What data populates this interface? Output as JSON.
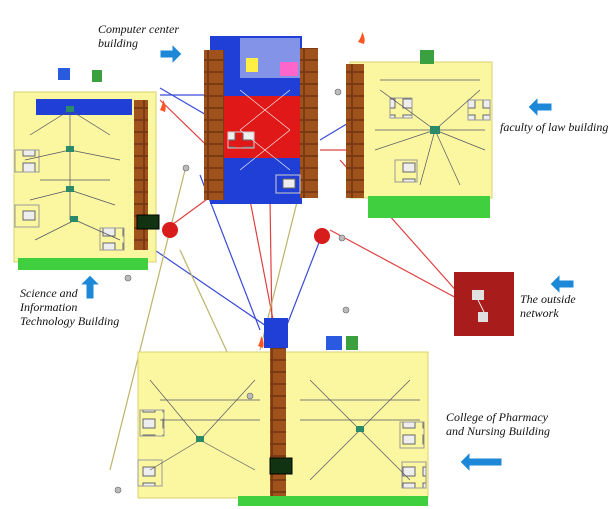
{
  "labels": {
    "computer_center": "Computer center building",
    "law": "faculty of law building",
    "science_it": "Science and Information Technology Building",
    "outside": "The outside network",
    "pharmacy": "College of Pharmacy and Nursing Building"
  },
  "colors": {
    "zone_fill": "#fbf7a0",
    "server_room_blue": "#1f3fd6",
    "server_room_red": "#e01818",
    "outside_network": "#a81c1c",
    "ground_green": "#3fcf3f",
    "arrow_blue": "#1e88d8",
    "firewall_red": "#d81c1c",
    "link_blue": "#3a4bd8",
    "link_red": "#e04040",
    "link_olive": "#bdb36a"
  },
  "icons": [
    "switch-icon",
    "router-icon",
    "pc-icon",
    "server-rack-icon",
    "printer-icon",
    "firewall-icon",
    "solar-panel-icon",
    "fire-icon",
    "camera-icon"
  ]
}
